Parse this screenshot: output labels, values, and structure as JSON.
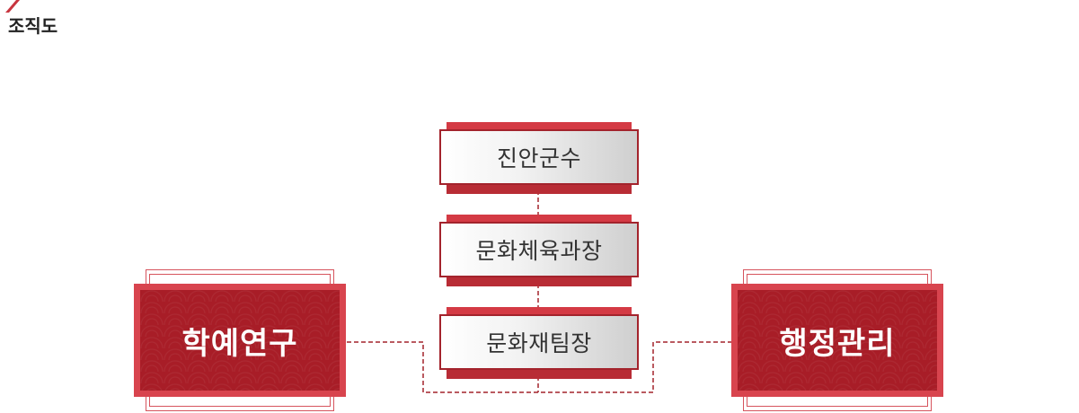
{
  "header": {
    "title": "조직도"
  },
  "colors": {
    "accent": "#c8353f",
    "dark_red": "#a81d27",
    "connector": "#a3232c"
  },
  "org": {
    "chain": [
      {
        "label": "진안군수"
      },
      {
        "label": "문화체육과장"
      },
      {
        "label": "문화재팀장"
      }
    ],
    "left_division": {
      "label": "학예연구"
    },
    "right_division": {
      "label": "행정관리"
    }
  }
}
